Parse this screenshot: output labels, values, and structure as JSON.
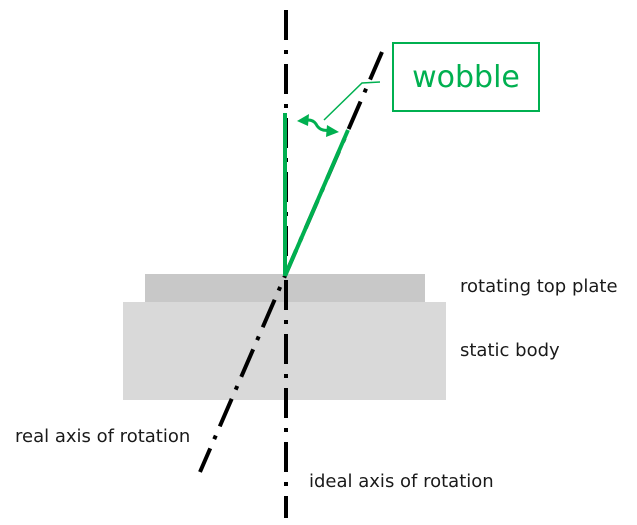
{
  "labels": {
    "wobble": "wobble",
    "rotating_top_plate": "rotating top plate",
    "static_body": "static body",
    "real_axis": "real axis of rotation",
    "ideal_axis": "ideal axis of rotation"
  },
  "colors": {
    "accent": "#00b050",
    "top_plate": "#c8c8c8",
    "static_body": "#d9d9d9",
    "axis": "#000000"
  }
}
